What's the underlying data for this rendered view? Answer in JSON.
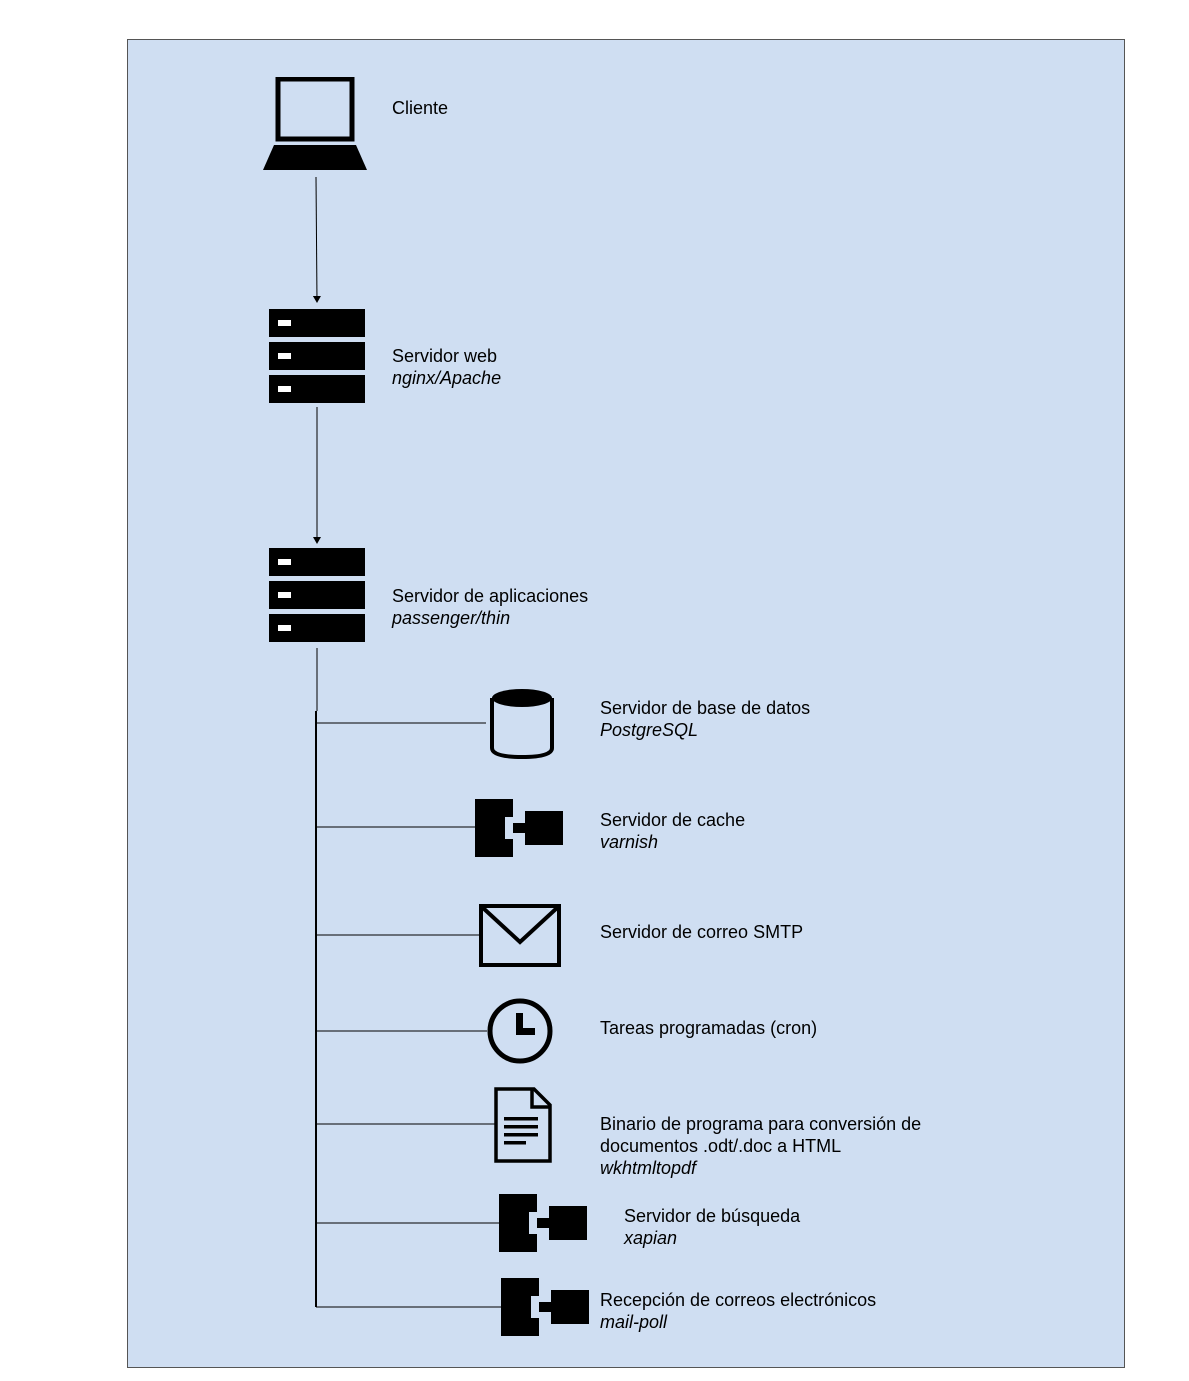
{
  "nodes": {
    "client": {
      "title": "Cliente"
    },
    "web": {
      "title": "Servidor web",
      "sub": "nginx/Apache"
    },
    "app": {
      "title": "Servidor de aplicaciones",
      "sub": "passenger/thin"
    },
    "db": {
      "title": "Servidor de base de datos",
      "sub": "PostgreSQL"
    },
    "cache": {
      "title": "Servidor de cache",
      "sub": "varnish"
    },
    "smtp": {
      "title": "Servidor de correo SMTP"
    },
    "cron": {
      "title": "Tareas programadas (cron)"
    },
    "binary": {
      "title1": "Binario de programa para conversión de",
      "title2": "documentos .odt/.doc a HTML",
      "sub": "wkhtmltopdf"
    },
    "search": {
      "title": "Servidor de búsqueda",
      "sub": "xapian"
    },
    "mailpoll": {
      "title": "Recepción de correos electrónicos",
      "sub": "mail-poll"
    }
  },
  "icons": {
    "client": "laptop-icon",
    "web": "server-rack-icon",
    "app": "server-rack-icon",
    "db": "database-icon",
    "cache": "component-icon",
    "smtp": "envelope-icon",
    "cron": "clock-icon",
    "binary": "document-icon",
    "search": "component-icon",
    "mailpoll": "component-icon"
  },
  "colors": {
    "background": "#cfdef2",
    "ink": "#000000"
  }
}
